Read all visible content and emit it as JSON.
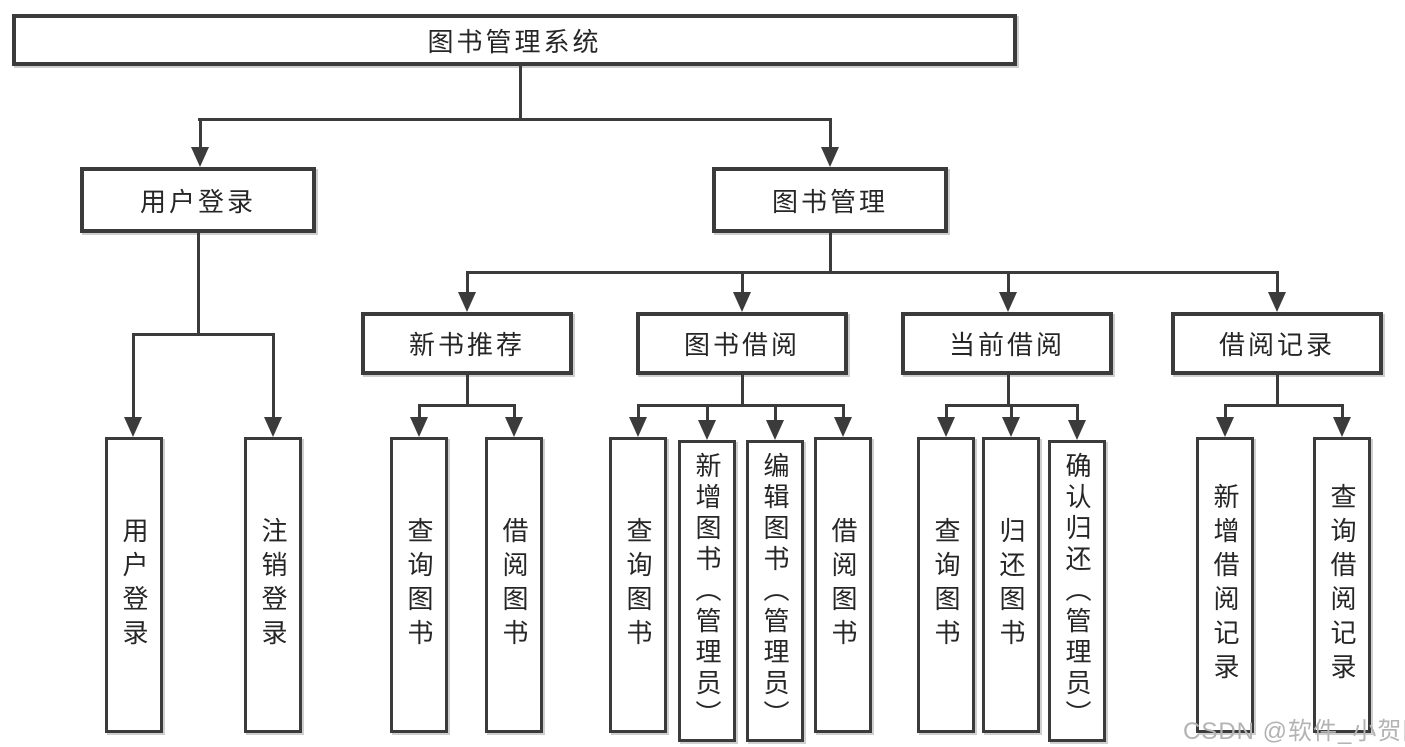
{
  "diagram": {
    "root": "图书管理系统",
    "user_login": {
      "label": "用户登录",
      "leaves": [
        "用户登录",
        "注销登录"
      ]
    },
    "book_management": {
      "label": "图书管理",
      "groups": [
        {
          "label": "新书推荐",
          "leaves": [
            "查询图书",
            "借阅图书"
          ]
        },
        {
          "label": "图书借阅",
          "leaves": [
            "查询图书",
            "新增图书（管理员）",
            "编辑图书（管理员）",
            "借阅图书"
          ]
        },
        {
          "label": "当前借阅",
          "leaves": [
            "查询图书",
            "归还图书",
            "确认归还（管理员）"
          ]
        },
        {
          "label": "借阅记录",
          "leaves": [
            "新增借阅记录",
            "查询借阅记录"
          ]
        }
      ]
    }
  },
  "watermark": "CSDN @软件_小贺同学",
  "colors": {
    "line": "#3b3b3b",
    "text": "#262626",
    "watermark": "#b3b3b3",
    "background": "#ffffff"
  }
}
